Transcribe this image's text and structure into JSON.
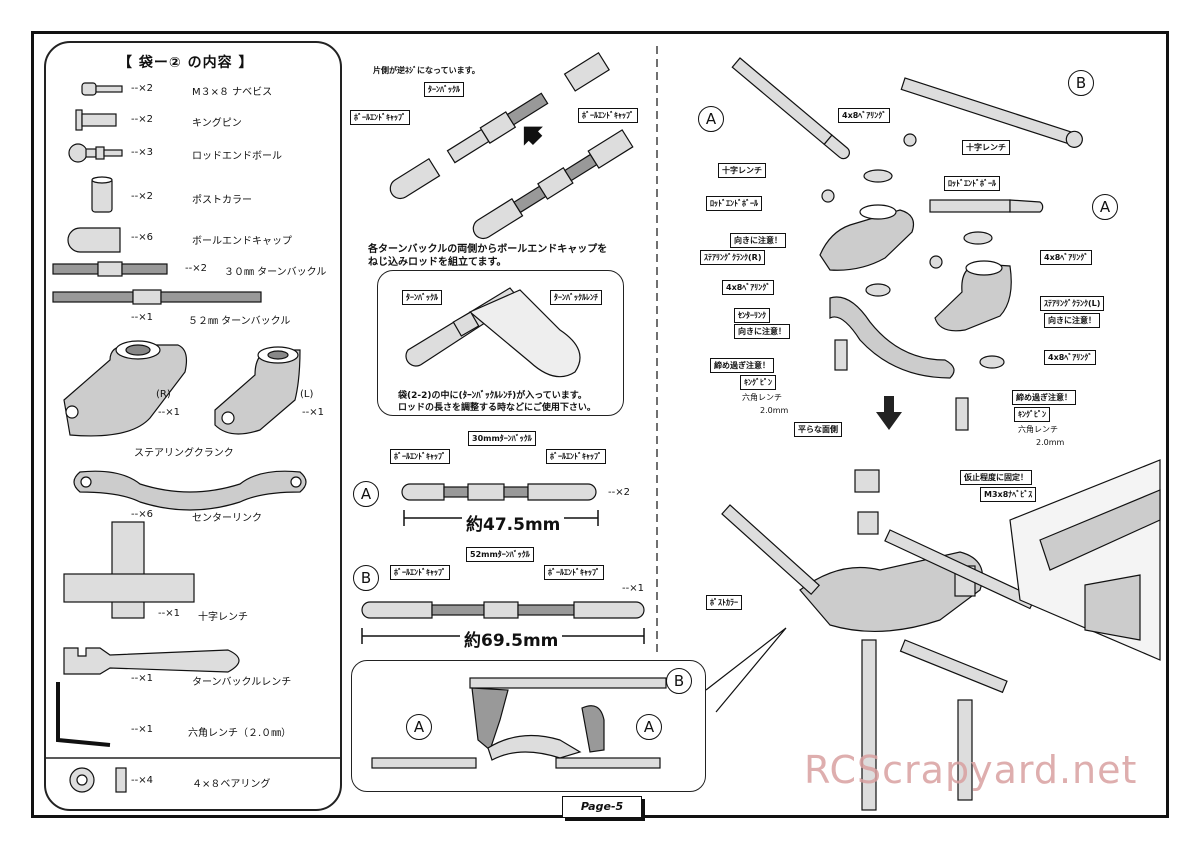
{
  "parts_list": {
    "title": "【 袋ー② の内容 】",
    "items": [
      {
        "qty": "--×2",
        "name": "M３×８ ナベビス"
      },
      {
        "qty": "--×2",
        "name": "キングピン"
      },
      {
        "qty": "--×3",
        "name": "ロッドエンドボール"
      },
      {
        "qty": "--×2",
        "name": "ポストカラー"
      },
      {
        "qty": "--×6",
        "name": "ボールエンドキャップ"
      },
      {
        "qty": "--×2",
        "name": "３０㎜ ターンバックル"
      },
      {
        "qty": "--×1",
        "name": "５２㎜ ターンバックル"
      },
      {
        "qty": "--×6",
        "name": "センターリンク"
      },
      {
        "qty": "--×1",
        "name": "十字レンチ"
      },
      {
        "qty": "--×1",
        "name": "ターンバックルレンチ"
      },
      {
        "qty": "--×1",
        "name": "六角レンチ（２.０㎜）"
      },
      {
        "qty": "--×4",
        "name": "４×８ベアリング"
      }
    ],
    "crank_r_label": "(R)",
    "crank_l_label": "(L)",
    "crank_r_qty": "--×1",
    "crank_l_qty": "--×1",
    "crank_caption": "ステアリングクランク"
  },
  "middle": {
    "reverse_note": "片側が逆ﾈｼﾞになっています。",
    "turnbuckle_tag": "ﾀｰﾝﾊﾞｯｸﾙ",
    "ball_end_cap_tag": "ﾎﾞｰﾙｴﾝﾄﾞｷｬｯﾌﾟ",
    "assemble_note_1": "各ターンバックルの両側からボールエンドキャップを",
    "assemble_note_2": "ねじ込みロッドを組立てます。",
    "wrench_tag_a": "ﾀｰﾝﾊﾞｯｸﾙ",
    "wrench_tag_b": "ﾀｰﾝﾊﾞｯｸﾙﾚﾝﾁ",
    "wrench_note_1": "袋(2-2)の中に(ﾀｰﾝﾊﾞｯｸﾙﾚﾝﾁ)が入っています。",
    "wrench_note_2": "ロッドの長さを調整する時などにご使用下さい。",
    "rod_a": {
      "label": "A",
      "center_tag": "30mmﾀｰﾝﾊﾞｯｸﾙ",
      "length": "約47.5mm",
      "qty": "--×2"
    },
    "rod_b": {
      "label": "B",
      "center_tag": "52mmﾀｰﾝﾊﾞｯｸﾙ",
      "length": "約69.5mm",
      "qty": "--×1"
    },
    "overview_labels": [
      "A",
      "B",
      "A"
    ]
  },
  "right": {
    "labels": {
      "a_top": "A",
      "b_top": "B",
      "a_mid": "A",
      "bearing": "4x8ﾍﾞｱﾘﾝｸﾞ",
      "rod_end_ball": "ﾛｯﾄﾞｴﾝﾄﾞﾎﾞｰﾙ",
      "cross_wrench": "十字レンチ",
      "orientation": "向きに注意！",
      "crank_r": "ｽﾃｱﾘﾝｸﾞｸﾗﾝｸ(R)",
      "crank_l": "ｽﾃｱﾘﾝｸﾞｸﾗﾝｸ(L)",
      "center_link": "ｾﾝﾀｰﾘﾝｸ",
      "overtighten": "締め過ぎ注意！",
      "king_pin": "ｷﾝｸﾞﾋﾟﾝ",
      "hex_wrench": "六角レンチ",
      "hex_size": "2.0mm",
      "flat_side": "平らな面側",
      "temp_fix": "仮止程度に固定！",
      "screw": "M3x8ﾅﾍﾞﾋﾞｽ",
      "post_collar": "ﾎﾟｽﾄｶﾗｰ"
    }
  },
  "footer": {
    "page": "Page-5"
  },
  "watermark": "RCScrapyard.net"
}
